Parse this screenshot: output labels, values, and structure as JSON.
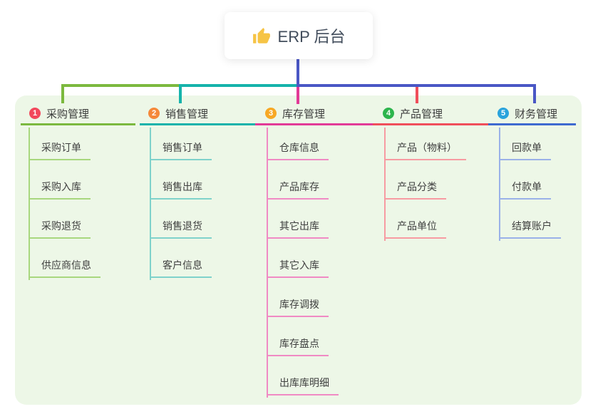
{
  "root": {
    "label": "ERP 后台",
    "icon": "thumbs-up-icon"
  },
  "colors": {
    "connector": "#4a57c5",
    "panel_bg": "#edf7e7",
    "drop_green": "#7cb93f",
    "drop_teal": "#16b3ab",
    "drop_magenta": "#e23a97",
    "drop_red": "#f04e5b",
    "drop_blue": "#4a57c5"
  },
  "branches": [
    {
      "num": "1",
      "label": "采购管理",
      "badge": "#f2485c",
      "line": "#7cb93f",
      "light": "#a8d77e",
      "children": [
        "采购订单",
        "采购入库",
        "采购退货",
        "供应商信息"
      ]
    },
    {
      "num": "2",
      "label": "销售管理",
      "badge": "#f5883a",
      "line": "#16b3ab",
      "light": "#7fd2cb",
      "children": [
        "销售订单",
        "销售出库",
        "销售退货",
        "客户信息"
      ]
    },
    {
      "num": "3",
      "label": "库存管理",
      "badge": "#f7a824",
      "line": "#e23a97",
      "light": "#f08ac4",
      "children": [
        "仓库信息",
        "产品库存",
        "其它出库",
        "其它入库",
        "库存调拨",
        "库存盘点",
        "出库库明细"
      ]
    },
    {
      "num": "4",
      "label": "产品管理",
      "badge": "#2db54d",
      "line": "#f04e5b",
      "light": "#f79ba2",
      "children": [
        "产品（物料）",
        "产品分类",
        "产品单位"
      ]
    },
    {
      "num": "5",
      "label": "财务管理",
      "badge": "#29a3dc",
      "line": "#3e6ad0",
      "light": "#9ab1e8",
      "children": [
        "回款单",
        "付款单",
        "结算账户"
      ]
    }
  ]
}
